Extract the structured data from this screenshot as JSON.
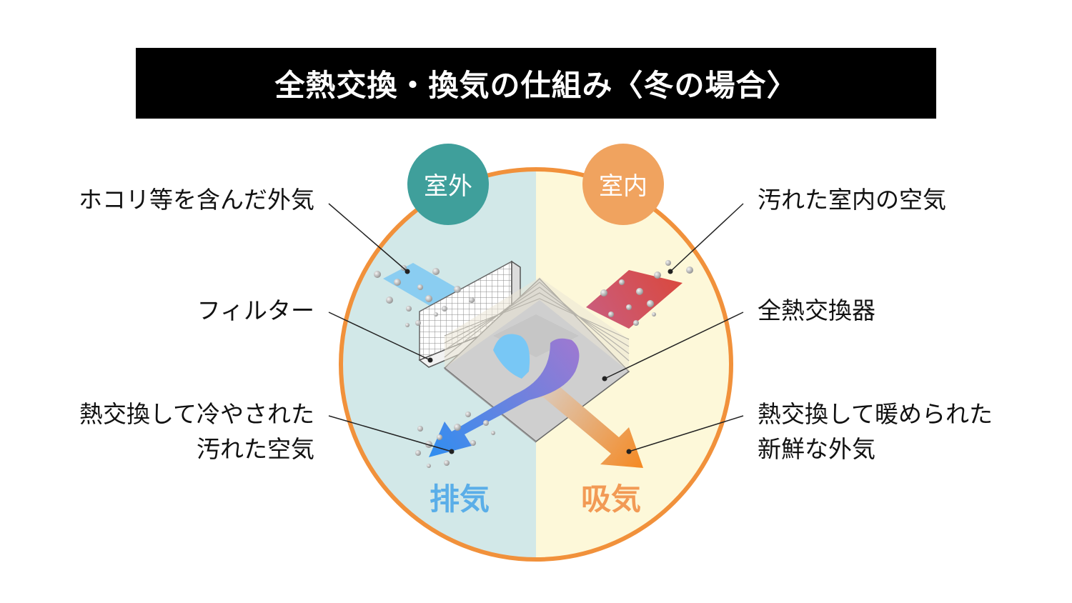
{
  "title": "全熱交換・換気の仕組み〈冬の場合〉",
  "badges": {
    "outdoor": "室外",
    "indoor": "室内"
  },
  "labels": {
    "dusty_outside_air": "ホコリ等を含んだ外気",
    "filter": "フィルター",
    "cooled_dirty_air_line1": "熱交換して冷やされた",
    "cooled_dirty_air_line2": "汚れた空気",
    "dirty_indoor_air": "汚れた室内の空気",
    "heat_exchanger": "全熱交換器",
    "warmed_fresh_air_line1": "熱交換して暖められた",
    "warmed_fresh_air_line2": "新鮮な外気"
  },
  "flows": {
    "exhaust": "排気",
    "intake": "吸気"
  },
  "colors": {
    "outdoor_bg": "#d2e8e8",
    "indoor_bg": "#fdf8d9",
    "ring": "#f1913b",
    "badge_outdoor": "#3f9f9b",
    "badge_indoor": "#f0a35f",
    "exhaust_text": "#5aaee8",
    "intake_text": "#f29a55"
  }
}
